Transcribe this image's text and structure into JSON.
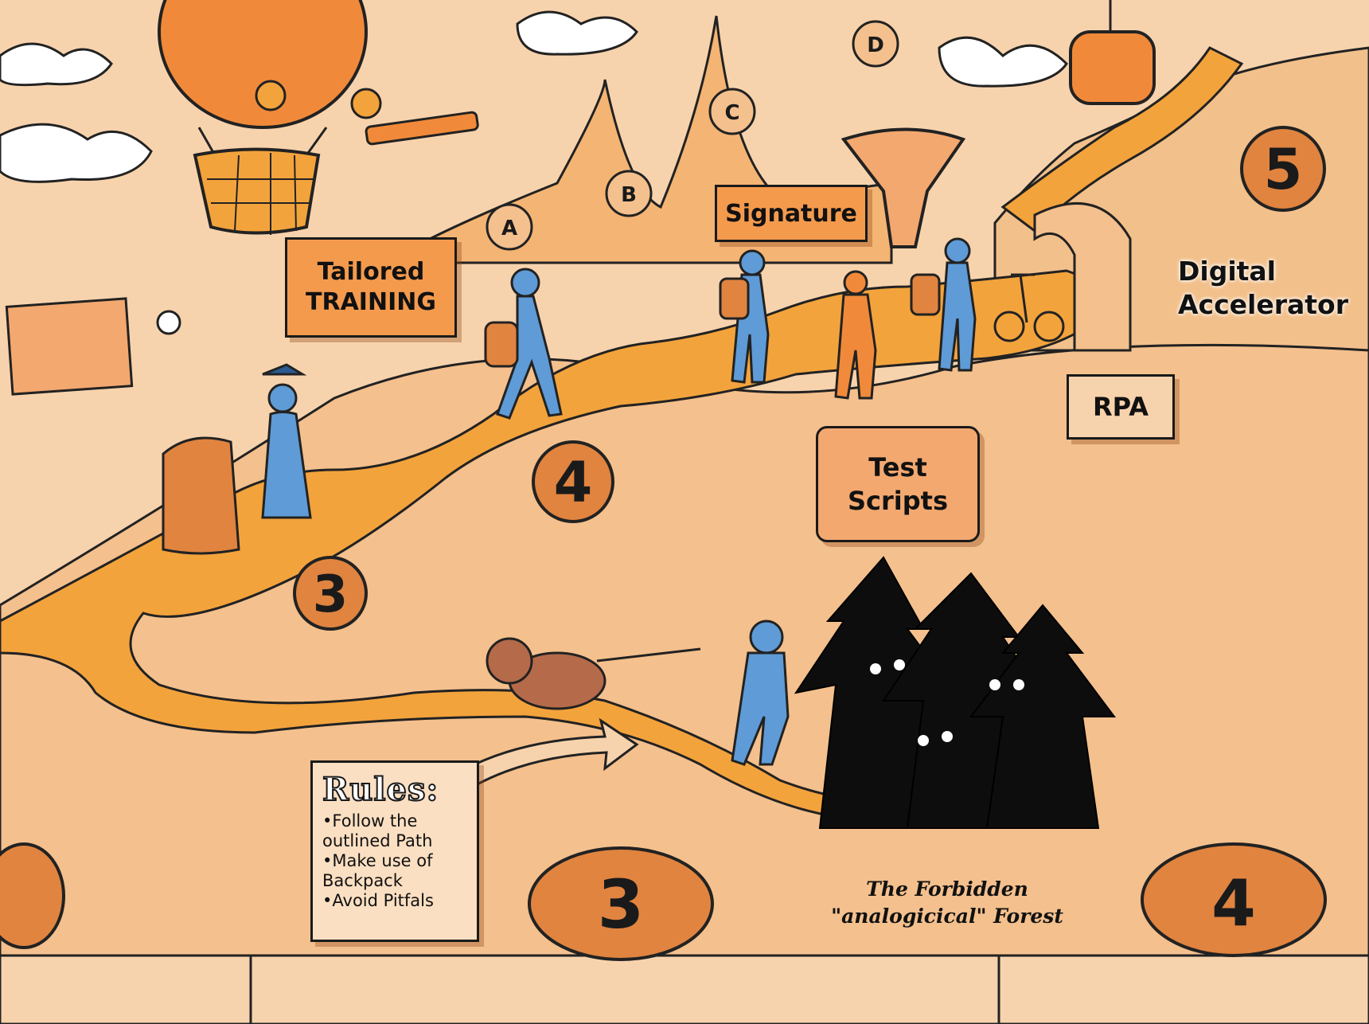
{
  "labels": {
    "tailored_training": "Tailored TRAINING",
    "signature": "Signature",
    "digital_accelerator": "Digital Accelerator",
    "rpa": "RPA",
    "test_scripts": "Test Scripts",
    "forest_line1": "The Forbidden",
    "forest_line2": "\"analogicical\" Forest"
  },
  "rules": {
    "title": "Rules:",
    "items": [
      "•Follow the outlined Path",
      "•Make use of Backpack",
      "•Avoid Pitfals"
    ]
  },
  "stages": {
    "stage_3": "3",
    "stage_4": "4",
    "stage_5": "5",
    "bottom_3": "3",
    "bottom_4": "4"
  },
  "markers": {
    "a": "A",
    "b": "B",
    "c": "C",
    "d": "D"
  },
  "colors": {
    "background": "#f7d3ad",
    "path": "#f3a33c",
    "accent": "#f08a3a",
    "figure_blue": "#5f9bd6",
    "ink": "#1a1a1a"
  }
}
